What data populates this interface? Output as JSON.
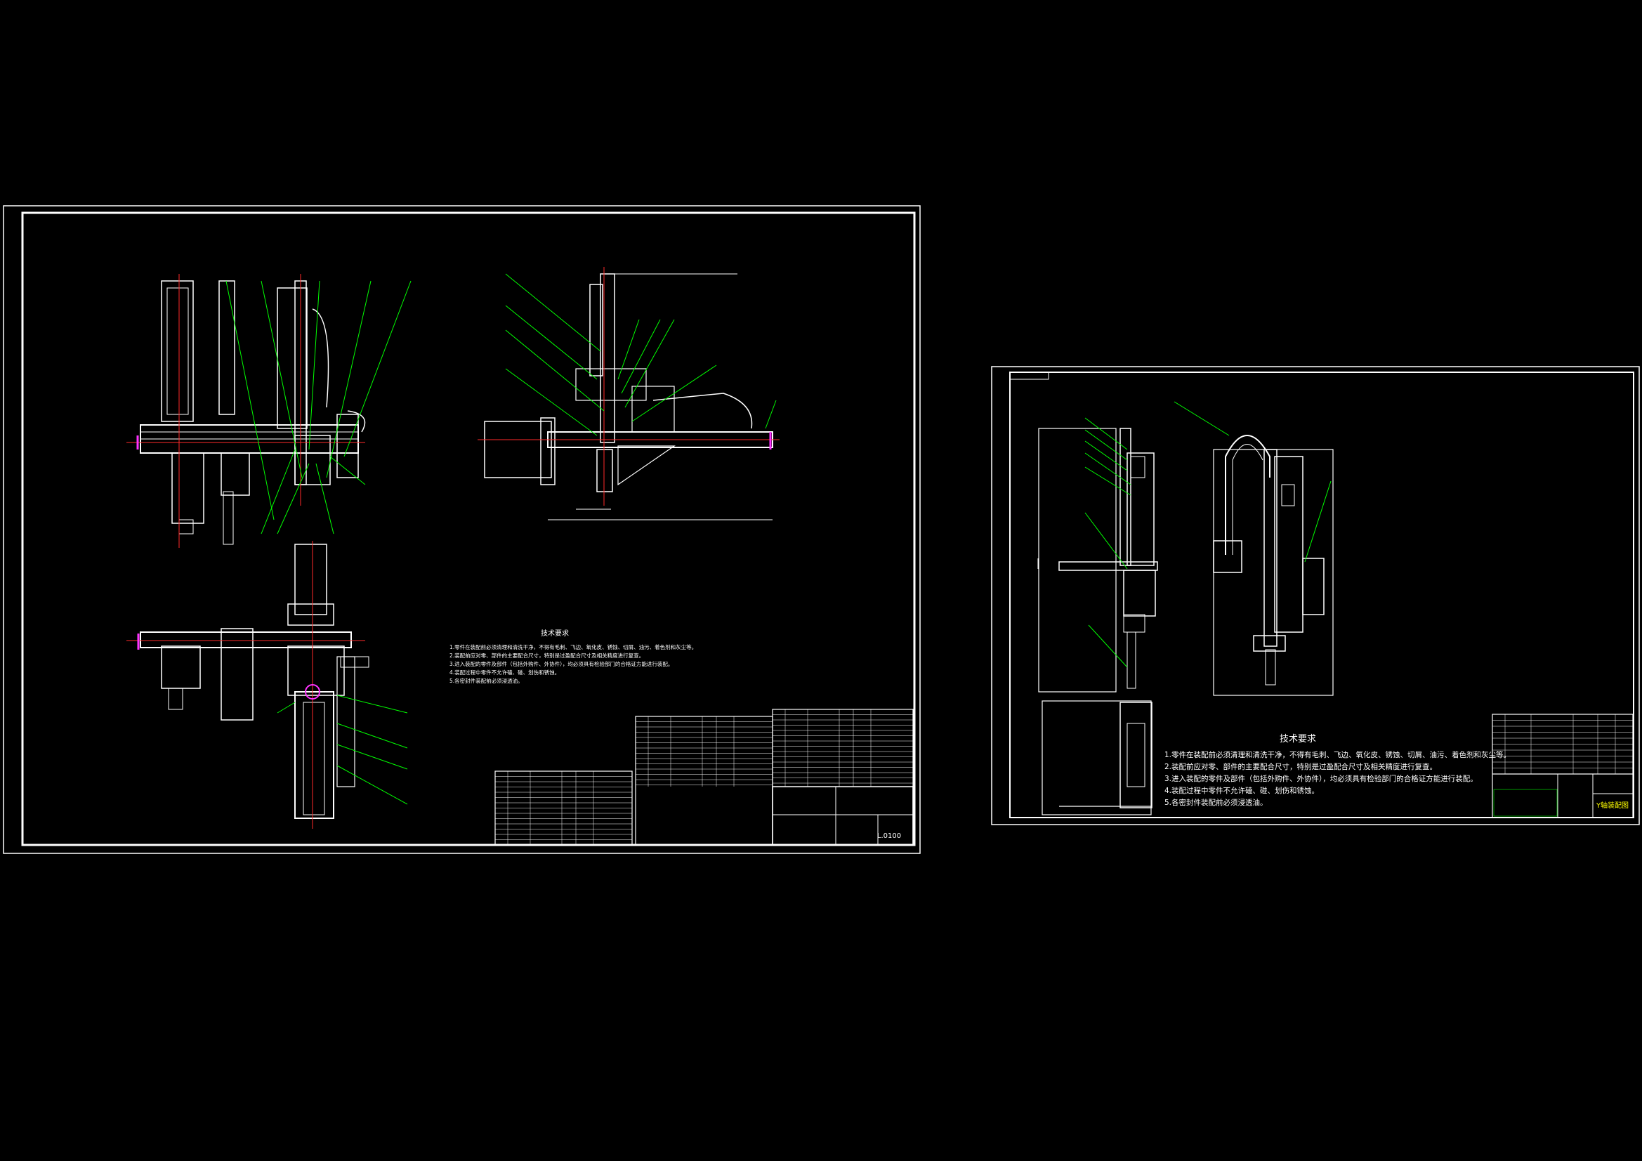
{
  "sheet_a": {
    "tech_title": "技术要求",
    "tech_lines": [
      "1.零件在装配前必须清理和清洗干净，不得有毛刺、飞边、氧化皮、锈蚀、切屑、油污、着色剂和灰尘等。",
      "2.装配前应对零、部件的主要配合尺寸，特别是过盈配合尺寸及相关精度进行复查。",
      "3.进入装配的零件及部件（包括外购件、外协件），均必须具有检验部门的合格证方能进行装配。",
      "4.装配过程中零件不允许磕、碰、划伤和锈蚀。",
      "5.各密封件装配前必须浸透油。"
    ],
    "drawing_number": "L.0100"
  },
  "sheet_b": {
    "tech_title": "技术要求",
    "tech_lines": [
      "1.零件在装配前必须清理和清洗干净，不得有毛刺、飞边、氧化皮、锈蚀、切屑、油污、着色剂和灰尘等。",
      "2.装配前应对零、部件的主要配合尺寸，特别是过盈配合尺寸及相关精度进行复查。",
      "3.进入装配的零件及部件（包括外购件、外协件），均必须具有检验部门的合格证方能进行装配。",
      "4.装配过程中零件不允许磕、碰、划伤和锈蚀。",
      "5.各密封件装配前必须浸透油。"
    ],
    "title_block_name": "Y轴装配图"
  },
  "colors": {
    "background": "#000000",
    "lines": "#ffffff",
    "leaders": "#00ff00",
    "centerlines": "#ff2a2a",
    "highlight": "#ff33ff",
    "title_text": "#ffff00"
  }
}
